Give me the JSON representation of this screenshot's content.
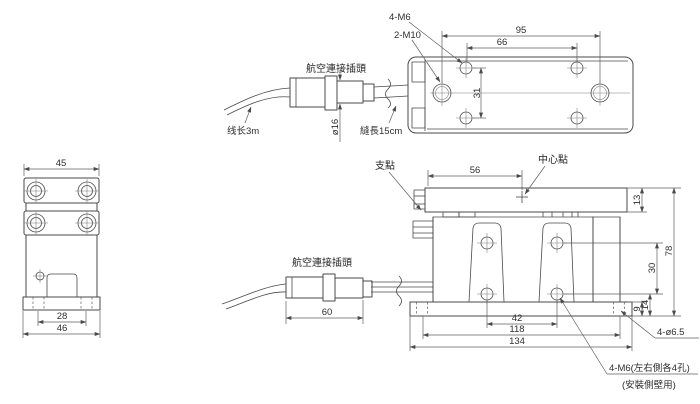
{
  "top_view": {
    "label_4xM6": "4-M6",
    "label_2xM10": "2-M10",
    "dim_hole_span_outer": "95",
    "dim_hole_span_inner": "66",
    "dim_hole_row_spacing": "31"
  },
  "top_connector": {
    "label": "航空連接插頭",
    "cable_length_label": "线长3m",
    "diameter_label": "ø16",
    "sleeve_length_label": "縫長15cm"
  },
  "side_view": {
    "dim_top_width": "45",
    "dim_hole_spacing": "28",
    "dim_base_width": "46"
  },
  "front_view": {
    "label_fulcrum": "支點",
    "label_center_point": "中心點",
    "dim_fulcrum_to_center": "56",
    "dim_top_bar_height": "13",
    "dim_total_height": "78",
    "dim_hole_row_spacing": "30",
    "dim_hole_to_bottom": "14",
    "dim_base_height": "9",
    "dim_side_hole_spacing": "42",
    "dim_base_hole_spacing": "118",
    "dim_base_width": "134",
    "label_base_holes": "4-ø6.5",
    "label_side_holes_line1": "4-M6(左右側各4孔)",
    "label_side_holes_line2": "(安裝側壁用)"
  },
  "bottom_connector": {
    "label": "航空連接插頭",
    "dim_body_length": "60"
  },
  "colors": {
    "line": "#4a4a4a",
    "dim_line": "#5f5f5f",
    "text": "#2e2e2e",
    "background": "#ffffff"
  }
}
